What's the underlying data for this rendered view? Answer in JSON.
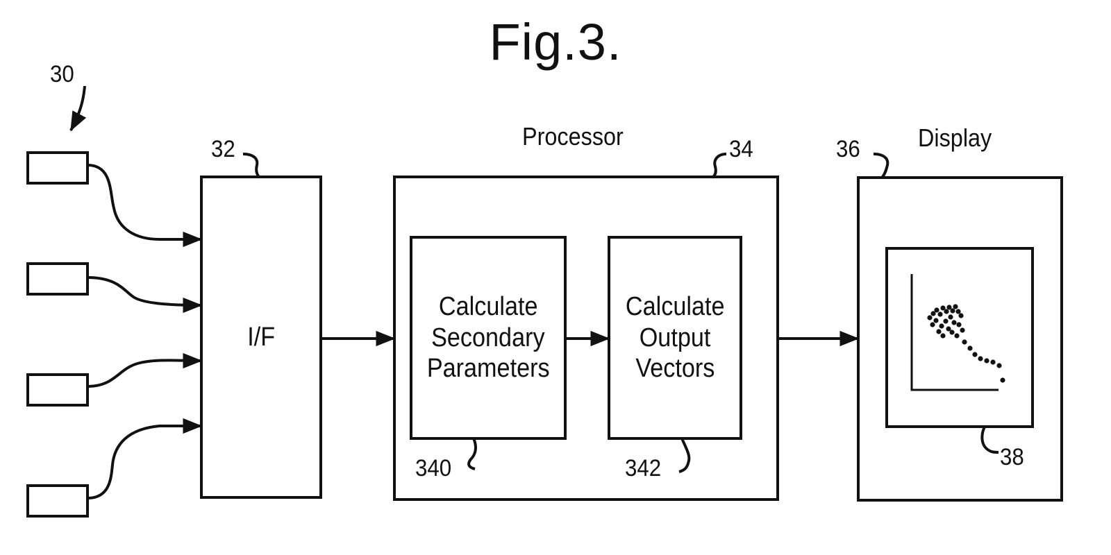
{
  "figure": {
    "title": "Fig.3.",
    "refs": {
      "sensors": "30",
      "interface": "32",
      "processor": "34",
      "display": "36",
      "plot": "38",
      "block1": "340",
      "block2": "342"
    },
    "headings": {
      "processor": "Processor",
      "display": "Display"
    },
    "interface_label": "I/F",
    "block1_lines": [
      "Calculate",
      "Secondary",
      "Parameters"
    ],
    "block2_lines": [
      "Calculate",
      "Output",
      "Vectors"
    ]
  },
  "colors": {
    "ink": "#111111",
    "background": "#ffffff"
  }
}
